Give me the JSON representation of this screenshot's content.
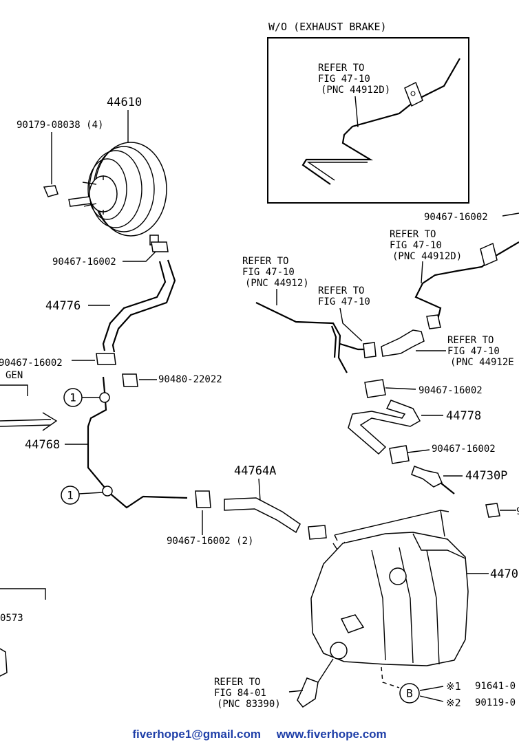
{
  "inset": {
    "title": "W/O (EXHAUST  BRAKE)",
    "refer": [
      "REFER  TO",
      "FIG  47-10",
      "(PNC  44912D)"
    ]
  },
  "parts": {
    "p44610": "44610",
    "p90179": "90179-08038 (4)",
    "p90467_a": "90467-16002",
    "p44776": "44776",
    "p90467_b": "90467-16002",
    "gen": "GEN",
    "p90480": "90480-22022",
    "p44768": "44768",
    "p44764A": "44764A",
    "p90467_c": "90467-16002 (2)",
    "p0573": "0573",
    "p90467_d": "90467-16002",
    "p90467_e": "90467-16002",
    "p44778": "44778",
    "p90467_f": "90467-16002",
    "p44730P": "44730P",
    "p4470": "4470",
    "p9_edge": "9"
  },
  "refers": {
    "r1": [
      "REFER  TO",
      "FIG  47-10",
      "(PNC  44912)"
    ],
    "r2": [
      "REFER  TO",
      "FIG  47-10"
    ],
    "r3": [
      "REFER  TO",
      "FIG  47-10",
      "(PNC  44912D)"
    ],
    "r4": [
      "REFER  TO",
      "FIG  47-10",
      "(PNC  44912E"
    ],
    "r5": [
      "REFER  TO",
      "FIG  84-01",
      "(PNC  83390)"
    ]
  },
  "markers": {
    "one": "1",
    "b": "B"
  },
  "notes": [
    {
      "sym": "※1",
      "text": "91641-0"
    },
    {
      "sym": "※2",
      "text": "90119-0"
    }
  ],
  "footer": {
    "email": "fiverhope1@gmail.com",
    "site": "www.fiverhope.com"
  }
}
